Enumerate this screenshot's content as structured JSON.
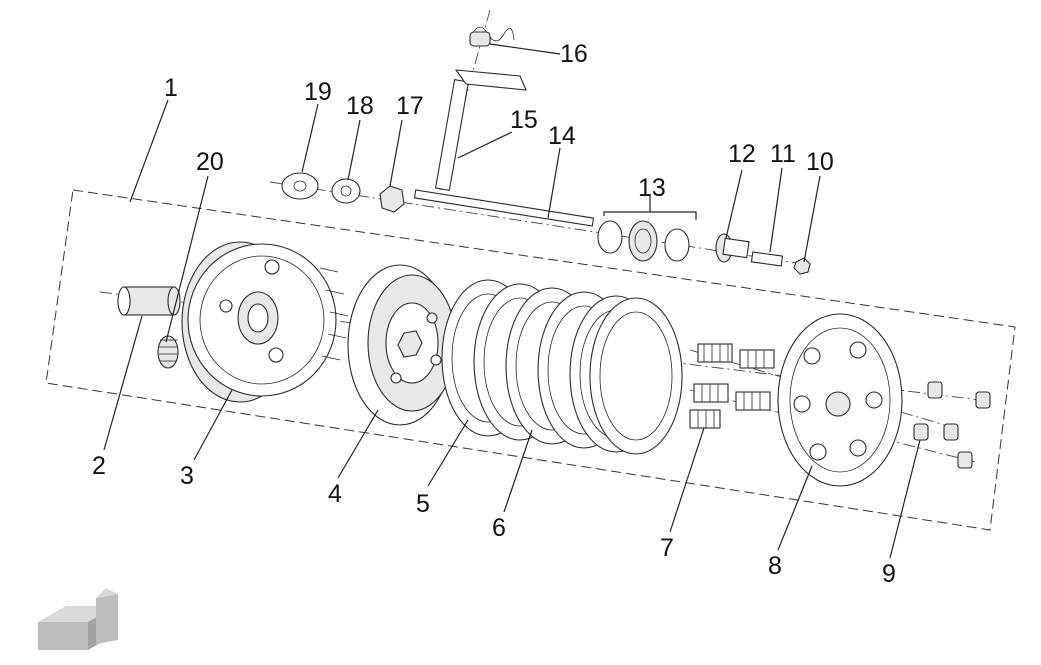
{
  "diagram": {
    "callouts": [
      {
        "id": "c1",
        "label": "1"
      },
      {
        "id": "c2",
        "label": "2"
      },
      {
        "id": "c3",
        "label": "3"
      },
      {
        "id": "c4",
        "label": "4"
      },
      {
        "id": "c5",
        "label": "5"
      },
      {
        "id": "c6",
        "label": "6"
      },
      {
        "id": "c7",
        "label": "7"
      },
      {
        "id": "c8",
        "label": "8"
      },
      {
        "id": "c9",
        "label": "9"
      },
      {
        "id": "c10",
        "label": "10"
      },
      {
        "id": "c11",
        "label": "11"
      },
      {
        "id": "c12",
        "label": "12"
      },
      {
        "id": "c13",
        "label": "13"
      },
      {
        "id": "c14",
        "label": "14"
      },
      {
        "id": "c15",
        "label": "15"
      },
      {
        "id": "c16",
        "label": "16"
      },
      {
        "id": "c17",
        "label": "17"
      },
      {
        "id": "c18",
        "label": "18"
      },
      {
        "id": "c19",
        "label": "19"
      },
      {
        "id": "c20",
        "label": "20"
      }
    ],
    "colors": {
      "line": "#2a2a2a",
      "arrow_light": "#d9d9d9",
      "arrow_mid": "#bdbdbd",
      "arrow_dark": "#a3a3a3"
    },
    "orientation_icon": "orientation-arrow-icon"
  }
}
